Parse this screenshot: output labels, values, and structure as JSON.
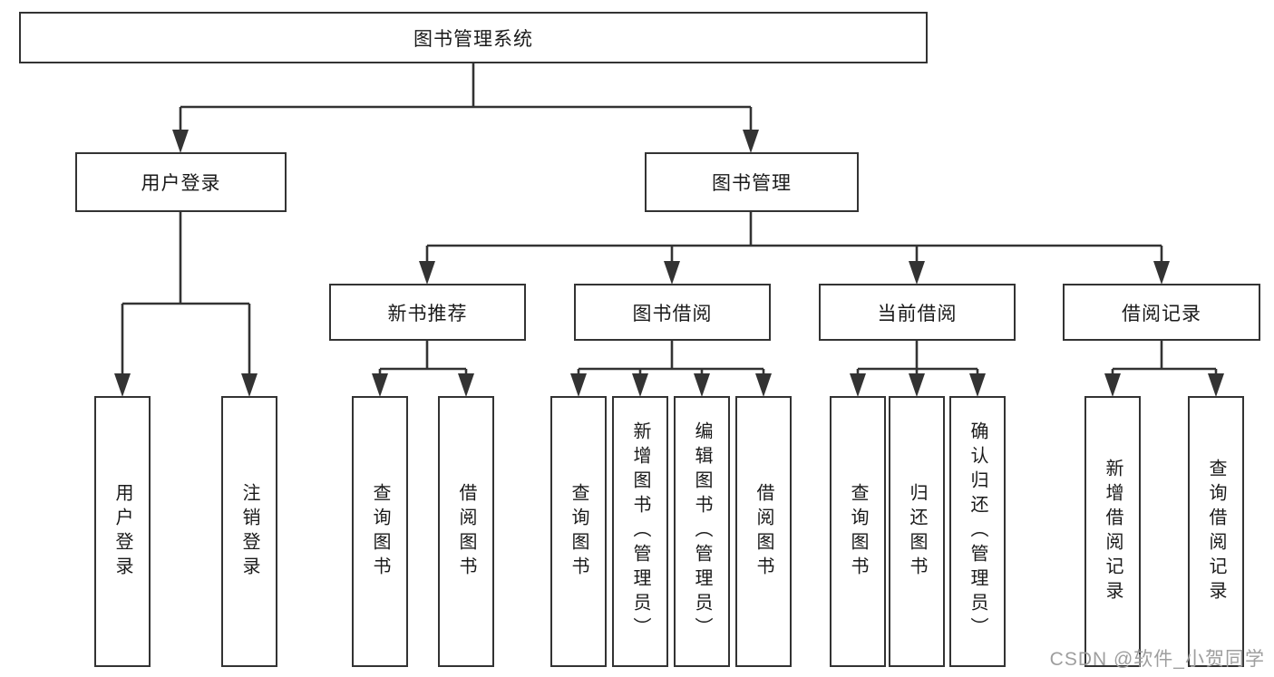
{
  "tree": {
    "label": "图书管理系统",
    "children": [
      {
        "label": "用户登录",
        "children": [
          {
            "label": "用户登录"
          },
          {
            "label": "注销登录"
          }
        ]
      },
      {
        "label": "图书管理",
        "children": [
          {
            "label": "新书推荐",
            "children": [
              {
                "label": "查询图书"
              },
              {
                "label": "借阅图书"
              }
            ]
          },
          {
            "label": "图书借阅",
            "children": [
              {
                "label": "查询图书"
              },
              {
                "label": "新增图书（管理员）"
              },
              {
                "label": "编辑图书（管理员）"
              },
              {
                "label": "借阅图书"
              }
            ]
          },
          {
            "label": "当前借阅",
            "children": [
              {
                "label": "查询图书"
              },
              {
                "label": "归还图书"
              },
              {
                "label": "确认归还（管理员）"
              }
            ]
          },
          {
            "label": "借阅记录",
            "children": [
              {
                "label": "新增借阅记录"
              },
              {
                "label": "查询借阅记录"
              }
            ]
          }
        ]
      }
    ]
  },
  "watermark": {
    "text": "CSDN @软件_小贺同学"
  },
  "colors": {
    "line": "#333333",
    "box_border": "#333333",
    "box_background": "#ffffff",
    "text": "#1a1a1a",
    "watermark": "#9e9e9e"
  }
}
